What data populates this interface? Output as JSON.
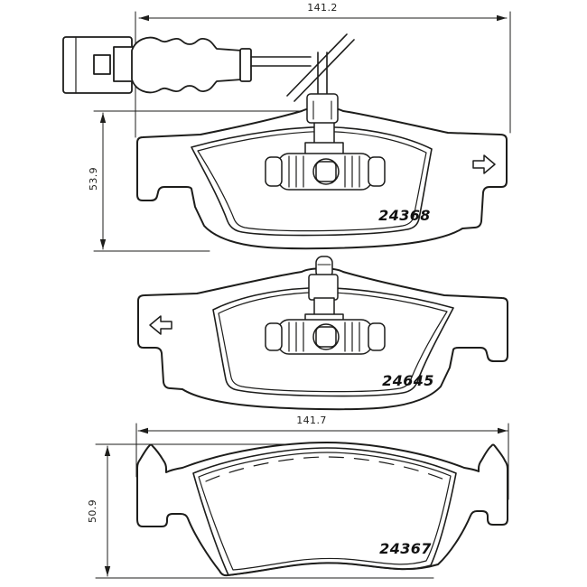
{
  "drawing": {
    "background": "#ffffff",
    "line_color": "#1d1d1b",
    "dimensions": {
      "top_width": "141.2",
      "top_height": "53.9",
      "bottom_width": "141.7",
      "bottom_height": "50.9"
    },
    "pads": [
      {
        "part_number": "24368",
        "direction_icon": "arrow-right",
        "sensor_icon": "wear-sensor-with-wire"
      },
      {
        "part_number": "24645",
        "direction_icon": "arrow-left",
        "sensor_icon": "wear-sensor-with-pin"
      },
      {
        "part_number": "24367",
        "direction_icon": "none",
        "sensor_icon": "none"
      }
    ]
  }
}
